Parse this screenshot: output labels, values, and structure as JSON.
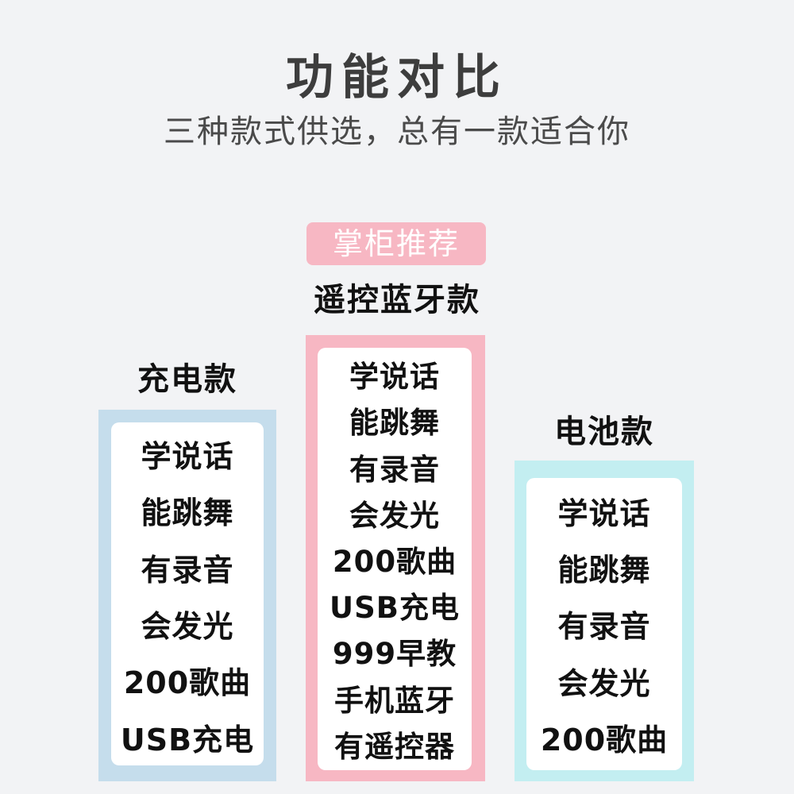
{
  "header": {
    "title": "功能对比",
    "subtitle": "三种款式供选，总有一款适合你"
  },
  "badge": "掌柜推荐",
  "colors": {
    "background": "#f2f3f5",
    "left_panel": "#c5ddec",
    "middle_panel": "#f7b7c3",
    "right_panel": "#c3eef1",
    "badge": "#f7b7c3"
  },
  "columns": [
    {
      "name": "充电款",
      "features": [
        "学说话",
        "能跳舞",
        "有录音",
        "会发光",
        "200歌曲",
        "USB充电"
      ]
    },
    {
      "name": "遥控蓝牙款",
      "features": [
        "学说话",
        "能跳舞",
        "有录音",
        "会发光",
        "200歌曲",
        "USB充电",
        "999早教",
        "手机蓝牙",
        "有遥控器"
      ]
    },
    {
      "name": "电池款",
      "features": [
        "学说话",
        "能跳舞",
        "有录音",
        "会发光",
        "200歌曲"
      ]
    }
  ]
}
